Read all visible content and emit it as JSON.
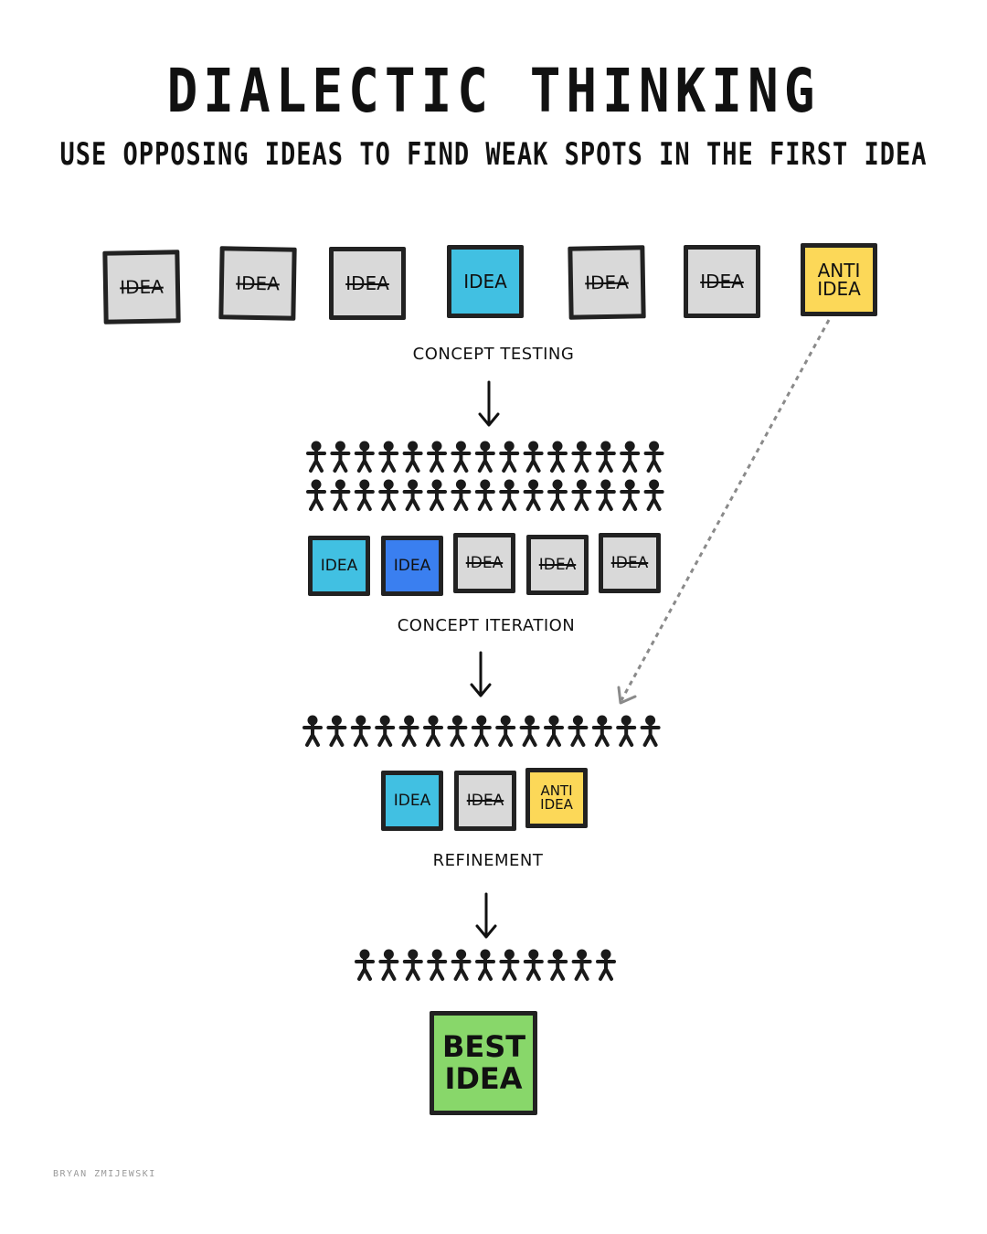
{
  "title": "DIALECTIC THINKING",
  "subtitle": "USE OPPOSING IDEAS TO FIND WEAK SPOTS IN THE FIRST IDEA",
  "stages": {
    "concept_testing": "CONCEPT TESTING",
    "concept_iteration": "CONCEPT ITERATION",
    "refinement": "REFINEMENT"
  },
  "initial_ideas": [
    {
      "text": "IDEA",
      "status": "rejected",
      "color": "#d9d9d9"
    },
    {
      "text": "IDEA",
      "status": "rejected",
      "color": "#d9d9d9"
    },
    {
      "text": "IDEA",
      "status": "rejected",
      "color": "#d9d9d9"
    },
    {
      "text": "IDEA",
      "status": "kept",
      "color": "#41c0e2"
    },
    {
      "text": "IDEA",
      "status": "rejected",
      "color": "#d9d9d9"
    },
    {
      "text": "IDEA",
      "status": "rejected",
      "color": "#d9d9d9"
    },
    {
      "text": "ANTI IDEA",
      "status": "anti",
      "color": "#fcd858"
    }
  ],
  "crowd_testing": {
    "rows": 2,
    "per_row": 15
  },
  "iteration_ideas": [
    {
      "text": "IDEA",
      "status": "kept",
      "color": "#41c0e2"
    },
    {
      "text": "IDEA",
      "status": "kept",
      "color": "#3a7ff0"
    },
    {
      "text": "IDEA",
      "status": "rejected",
      "color": "#d9d9d9"
    },
    {
      "text": "IDEA",
      "status": "rejected",
      "color": "#d9d9d9"
    },
    {
      "text": "IDEA",
      "status": "rejected",
      "color": "#d9d9d9"
    }
  ],
  "crowd_iteration": {
    "rows": 1,
    "per_row": 15
  },
  "refinement_ideas": [
    {
      "text": "IDEA",
      "status": "kept",
      "color": "#41c0e2"
    },
    {
      "text": "IDEA",
      "status": "rejected",
      "color": "#d9d9d9"
    },
    {
      "text": "ANTI IDEA",
      "status": "anti",
      "color": "#fcd858"
    }
  ],
  "crowd_refinement": {
    "rows": 1,
    "per_row": 11
  },
  "best_idea": {
    "text": "BEST IDEA",
    "color": "#88d76a"
  },
  "signature": "BRYAN ZMIJEWSKI"
}
